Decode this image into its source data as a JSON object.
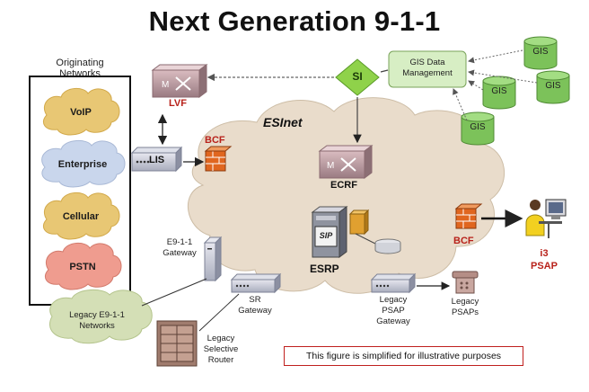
{
  "title": "Next Generation 9-1-1",
  "originating_networks": {
    "heading_line1": "Originating",
    "heading_line2": "Networks",
    "clouds": [
      "VoIP",
      "Enterprise",
      "Cellular",
      "PSTN"
    ]
  },
  "esinet_label": "ESInet",
  "si_label": "SI",
  "gis_management": {
    "line1": "GIS Data",
    "line2": "Management"
  },
  "gis_db_label": "GIS",
  "lvf_label": "LVF",
  "lis_label": "LIS",
  "bcf_left_label": "BCF",
  "bcf_right_label": "BCF",
  "ecrf_label": "ECRF",
  "esrp_label": "ESRP",
  "sip_label": "SIP",
  "i3_psap": {
    "line1": "i3",
    "line2": "PSAP"
  },
  "e911_gateway": {
    "line1": "E9-1-1",
    "line2": "Gateway"
  },
  "sr_gateway": {
    "line1": "SR",
    "line2": "Gateway"
  },
  "legacy_e911_networks": {
    "line1": "Legacy E9-1-1",
    "line2": "Networks"
  },
  "legacy_selective_router": {
    "line1": "Legacy",
    "line2": "Selective",
    "line3": "Router"
  },
  "legacy_psap_gateway": {
    "line1": "Legacy",
    "line2": "PSAP",
    "line3": "Gateway"
  },
  "legacy_psaps": {
    "line1": "Legacy",
    "line2": "PSAPs"
  },
  "disclaimer": "This figure is simplified for illustrative purposes",
  "colors": {
    "esinet_cloud": "#e9dccb",
    "voip_cloud": "#e8c774",
    "enterprise_cloud": "#c9d6ec",
    "cellular_cloud": "#e8c774",
    "pstn_cloud": "#ef9c8f",
    "legacy_cloud": "#d4dfb6",
    "si_diamond": "#8fd24a",
    "gis_box": "#d7eec4",
    "gis_db": "#7cc25a",
    "accent_red": "#b8211a"
  }
}
